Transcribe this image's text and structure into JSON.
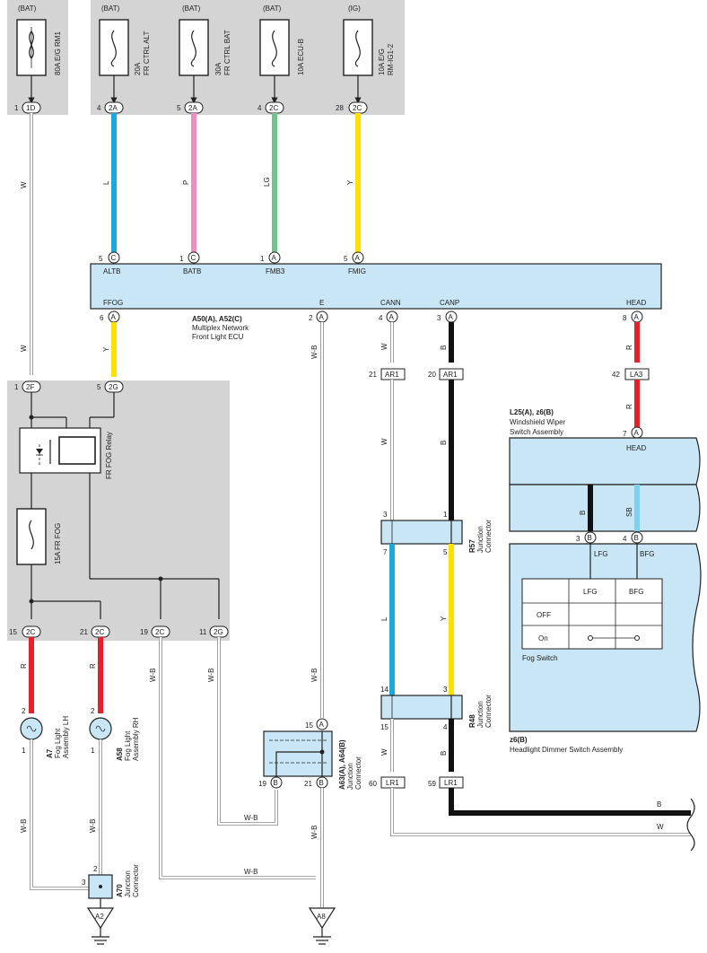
{
  "fuses": {
    "f1": {
      "source": "(BAT)",
      "name": "80A E/G RM1",
      "pin": "1",
      "conn": "1D"
    },
    "f2": {
      "source": "(BAT)",
      "name1": "20A",
      "name2": "FR CTRL ALT",
      "pin": "4",
      "conn": "2A"
    },
    "f3": {
      "source": "(BAT)",
      "name1": "30A",
      "name2": "FR CTRL BAT",
      "pin": "5",
      "conn": "2A"
    },
    "f4": {
      "source": "(BAT)",
      "name": "10A ECU-B",
      "pin": "4",
      "conn": "2C"
    },
    "f5": {
      "source": "(IG)",
      "name1": "10A E/G",
      "name2": "RM-IG1-2",
      "pin": "28",
      "conn": "2C"
    }
  },
  "wires": {
    "w_top": "W",
    "l": "L",
    "p": "P",
    "lg": "LG",
    "y_top": "Y",
    "y_ffog": "Y",
    "w_ffog": "W",
    "wb_e": "W-B",
    "w_cann": "W",
    "b_canp": "B",
    "r_head": "R",
    "r_head2": "R",
    "w_cann2": "W",
    "b_canp2": "B",
    "l_r57": "L",
    "y_r57": "Y",
    "r_2c15": "R",
    "r_2c21": "R",
    "wb_19": "W-B",
    "wb_11": "W-B",
    "wb_e2": "W-B",
    "w_r48": "W",
    "b_r48": "B",
    "b_dimmer": "B",
    "sb_dimmer": "SB",
    "wb_a7": "W-B",
    "wb_a58": "W-B",
    "wb_19b": "W-B",
    "wb_a63": "W-B",
    "wb_bot": "W-B",
    "b_right": "B",
    "w_right": "W"
  },
  "ecu": {
    "top_pins": [
      {
        "pin": "5",
        "conn": "C",
        "label": "ALTB"
      },
      {
        "pin": "1",
        "conn": "C",
        "label": "BATB"
      },
      {
        "pin": "1",
        "conn": "A",
        "label": "FMB3"
      },
      {
        "pin": "5",
        "conn": "A",
        "label": "FMIG"
      }
    ],
    "bottom_pins": [
      {
        "pin": "6",
        "conn": "A",
        "label": "FFOG"
      },
      {
        "pin": "2",
        "conn": "A",
        "label": "E"
      },
      {
        "pin": "4",
        "conn": "A",
        "label": "CANN"
      },
      {
        "pin": "3",
        "conn": "A",
        "label": "CANP"
      },
      {
        "pin": "8",
        "conn": "A",
        "label": "HEAD"
      }
    ],
    "ref": "A50(A), A52(C)",
    "desc1": "Multiplex Network",
    "desc2": "Front Light ECU"
  },
  "relay_box": {
    "p1": "1",
    "c1": "2F",
    "p2": "5",
    "c2": "2G",
    "relay_label": "FR FOG Relay",
    "fuse_label": "15A FR FOG",
    "bottom": [
      {
        "pin": "15",
        "conn": "2C"
      },
      {
        "pin": "21",
        "conn": "2C"
      },
      {
        "pin": "19",
        "conn": "2C"
      },
      {
        "pin": "11",
        "conn": "2G"
      }
    ]
  },
  "inline": {
    "ar1a": {
      "pin": "21",
      "conn": "AR1"
    },
    "ar1b": {
      "pin": "20",
      "conn": "AR1"
    },
    "la3": {
      "pin": "42",
      "conn": "LA3"
    },
    "lr1a": {
      "pin": "60",
      "conn": "LR1"
    },
    "lr1b": {
      "pin": "59",
      "conn": "LR1"
    }
  },
  "r57": {
    "ref": "R57",
    "name1": "Junction",
    "name2": "Connector",
    "p_tl": "3",
    "p_tr": "1",
    "p_bl": "7",
    "p_br": "5"
  },
  "r48": {
    "ref": "R48",
    "name1": "Junction",
    "name2": "Connector",
    "p_tl": "14",
    "p_tr": "3",
    "p_bl": "15",
    "p_br": "4"
  },
  "wiper": {
    "ref": "L25(A), z6(B)",
    "name1": "Windshield Wiper",
    "name2": "Switch Assembly",
    "head_pin": "7",
    "head_conn": "A",
    "head_label": "HEAD",
    "p3": "3",
    "p3c": "B",
    "p4": "4",
    "p4c": "B",
    "lfg": "LFG",
    "bfg": "BFG"
  },
  "fog_switch": {
    "col1": "LFG",
    "col2": "BFG",
    "row1": "OFF",
    "row2": "On",
    "label": "Fog Switch"
  },
  "dimmer": {
    "ref": "z6(B)",
    "name": "Headlight Dimmer Switch Assembly"
  },
  "a7": {
    "ref": "A7",
    "name1": "Fog Light",
    "name2": "Assembly LH",
    "p_top": "2",
    "p_bot": "1"
  },
  "a58": {
    "ref": "A58",
    "name1": "Fog Light",
    "name2": "Assembly RH",
    "p_top": "2",
    "p_bot": "1"
  },
  "a63": {
    "ref": "A63(A), A64(B)",
    "name1": "Junction",
    "name2": "Connector",
    "p_top": "15",
    "c_top": "A",
    "p_bl": "19",
    "c_bl": "B",
    "p_br": "21",
    "c_br": "B"
  },
  "a70": {
    "ref": "A70",
    "name1": "Junction",
    "name2": "Connector",
    "p_top": "2",
    "p_left": "3"
  },
  "grounds": {
    "g1": "A2",
    "g2": "A8"
  },
  "colors": {
    "blue": "#19a8e0",
    "pink": "#ee8fbf",
    "green": "#74c38f",
    "yellow": "#ffe100",
    "red": "#e8202a",
    "black": "#111111",
    "lightblue": "#7fd0f0",
    "ecu_fill": "#c8e6f5",
    "box_gray": "#d4d4d4"
  }
}
